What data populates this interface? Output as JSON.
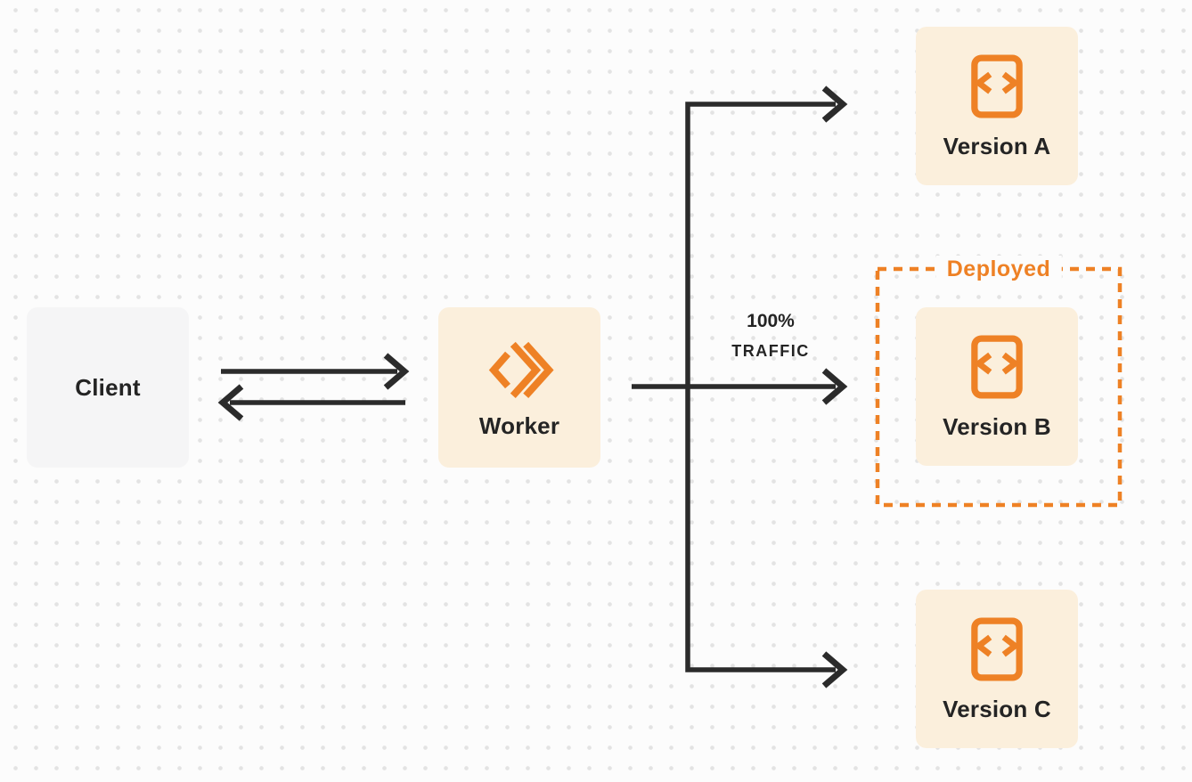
{
  "diagram": {
    "client": {
      "label": "Client"
    },
    "worker": {
      "label": "Worker"
    },
    "versions": [
      {
        "label": "Version A"
      },
      {
        "label": "Version B",
        "deployed": true
      },
      {
        "label": "Version C"
      }
    ],
    "deployed_label": "Deployed",
    "traffic_label": {
      "line1": "100%",
      "line2": "TRAFFIC"
    }
  },
  "colors": {
    "page_bg": "#fcfcfc",
    "dot": "#e3e3e3",
    "node_cream": "#fbefdc",
    "node_gray": "#f5f5f6",
    "accent": "#ee8125",
    "line_dark": "#2b2b2b",
    "text_dark": "#242424"
  }
}
